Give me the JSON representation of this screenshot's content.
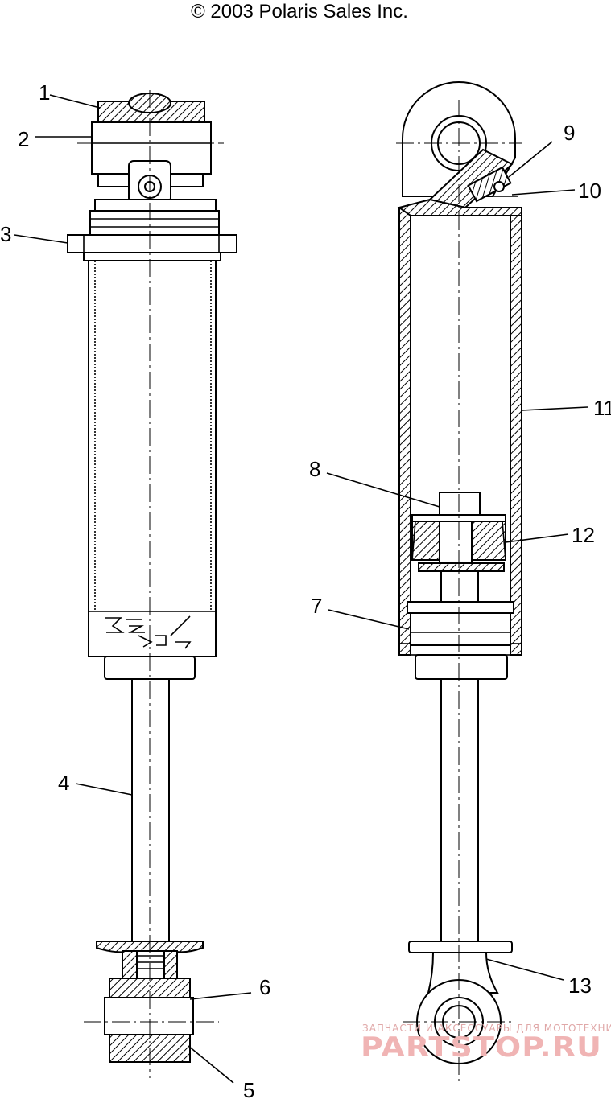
{
  "copyright": "© 2003 Polaris Sales Inc.",
  "callouts": [
    "1",
    "2",
    "3",
    "4",
    "5",
    "6",
    "7",
    "8",
    "9",
    "10",
    "11",
    "12",
    "13"
  ],
  "watermark": {
    "tagline": "ЗАПЧАСТИ И АКСЕССУАРЫ ДЛЯ МОТОТЕХНИКИ",
    "logo": "PARTSTOP.RU"
  },
  "colors": {
    "line": "#000000",
    "background": "#ffffff",
    "watermark": "#f0b4b4"
  }
}
